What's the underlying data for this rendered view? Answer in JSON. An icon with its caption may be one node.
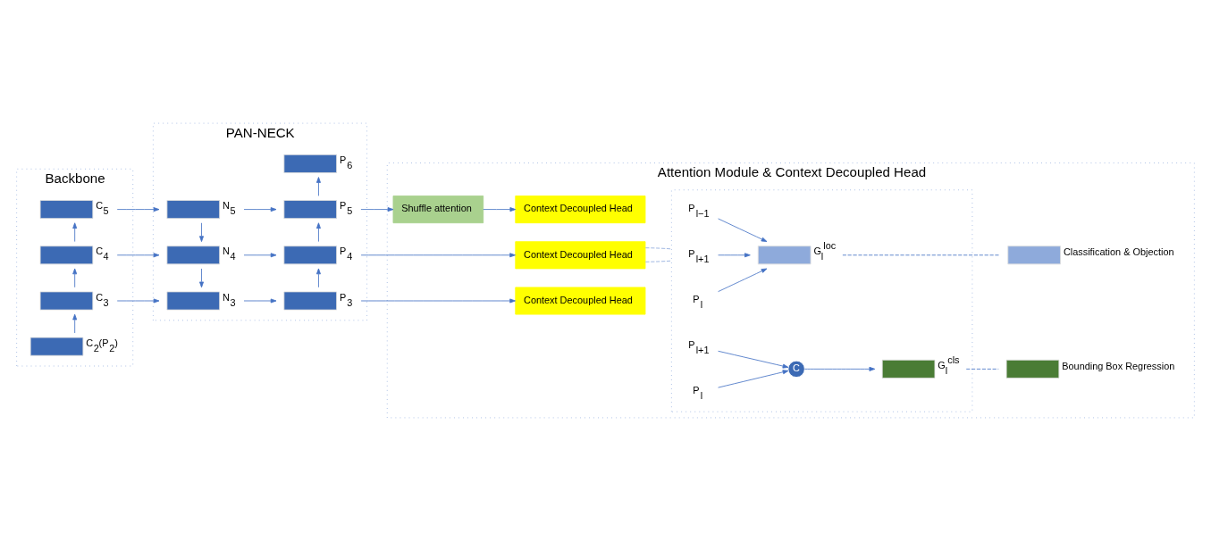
{
  "diagram": {
    "nodes": [
      {
        "text": [
          "Backbone"
        ]
      },
      {
        "text": [],
        "shape": "box",
        "in": 0,
        "beside": [
          "C$_{5}$"
        ]
      },
      {
        "text": [],
        "shape": "box",
        "in": 0,
        "beside": [
          "C$_{4}$"
        ]
      },
      {
        "text": [],
        "shape": "box",
        "in": 0,
        "beside": [
          "C$_{3}$"
        ]
      },
      {
        "text": [],
        "shape": "box",
        "in": 0,
        "beside": [
          "C$_{2}$(P$_{2}$)"
        ]
      },
      {
        "text": [
          "PAN-NECK"
        ]
      },
      {
        "text": [],
        "shape": "box",
        "in": 5,
        "beside": [
          "N$_{5}$"
        ]
      },
      {
        "text": [],
        "shape": "box",
        "in": 5,
        "beside": [
          "N$_{4}$"
        ]
      },
      {
        "text": [],
        "shape": "box",
        "in": 5,
        "beside": [
          "N$_{3}$"
        ]
      },
      {
        "text": [],
        "shape": "box",
        "in": 5,
        "beside": [
          "P$_{6}$"
        ]
      },
      {
        "text": [],
        "shape": "box",
        "in": 5,
        "beside": [
          "P$_{5}$"
        ]
      },
      {
        "text": [],
        "shape": "box",
        "in": 5,
        "beside": [
          "P$_{4}$"
        ]
      },
      {
        "text": [],
        "shape": "box",
        "in": 5,
        "beside": [
          "P$_{3}$"
        ]
      },
      {
        "text": [
          "Attention Module & Context Decoupled Head"
        ]
      },
      {
        "text": [
          "Shuffle attention"
        ],
        "in": 13
      },
      {
        "text": [
          "Context Decoupled Head"
        ],
        "in": 13
      },
      {
        "text": [
          "Context Decoupled Head"
        ],
        "in": 13
      },
      {
        "text": [
          "Context Decoupled Head"
        ],
        "in": 13
      },
      {
        "text": [],
        "shape": "box",
        "in": 13
      },
      {
        "text": [
          "P$_{l+1}$"
        ],
        "in": 18
      },
      {
        "text": [
          "P$_{l}$"
        ],
        "in": 18
      },
      {
        "text": [
          "P$_{l−1}$"
        ],
        "in": 18
      },
      {
        "text": [],
        "shape": "box",
        "in": 18,
        "beside": [
          "G$_{l}$$^{loc}$"
        ]
      },
      {
        "text": [
          "P$_{l+1}$"
        ],
        "in": 18
      },
      {
        "text": [
          "P$_{l}$"
        ],
        "in": 18
      },
      {
        "text": [
          "C"
        ],
        "in": 18
      },
      {
        "text": [],
        "shape": "box",
        "in": 18,
        "beside": [
          "G$_{l}$$^{cls}$"
        ]
      },
      {
        "text": [],
        "shape": "box",
        "in": 13,
        "beside": [
          "Classification & Objection"
        ]
      },
      {
        "text": [],
        "shape": "box",
        "in": 13,
        "beside": [
          "Bounding Box Regression"
        ]
      }
    ],
    "edges": [
      {
        "from": 4,
        "to": 3,
        "arrow": "to"
      },
      {
        "from": 3,
        "to": 2,
        "arrow": "to"
      },
      {
        "from": 2,
        "to": 1,
        "arrow": "to"
      },
      {
        "from": 1,
        "to": 6,
        "arrow": "to"
      },
      {
        "from": 2,
        "to": 7,
        "arrow": "to"
      },
      {
        "from": 3,
        "to": 8,
        "arrow": "to"
      },
      {
        "from": 6,
        "to": 7,
        "arrow": "to"
      },
      {
        "from": 7,
        "to": 8,
        "arrow": "to"
      },
      {
        "from": 6,
        "to": 10,
        "arrow": "to"
      },
      {
        "from": 7,
        "to": 11,
        "arrow": "to"
      },
      {
        "from": 8,
        "to": 12,
        "arrow": "to"
      },
      {
        "from": 12,
        "to": 11,
        "arrow": "to"
      },
      {
        "from": 11,
        "to": 10,
        "arrow": "to"
      },
      {
        "from": 10,
        "to": 9,
        "arrow": "to"
      },
      {
        "from": 10,
        "to": 14,
        "arrow": "to"
      },
      {
        "from": 14,
        "to": 15,
        "arrow": "to"
      },
      {
        "from": 11,
        "to": 16,
        "arrow": "to"
      },
      {
        "from": 12,
        "to": 17,
        "arrow": "to"
      },
      {
        "from": 16,
        "to": 18,
        "arrow": "none",
        "style": "dashed",
        "color": "#8faadc"
      },
      {
        "from": 16,
        "to": 18,
        "arrow": "none",
        "style": "dashed",
        "color": "#8faadc"
      },
      {
        "from": 19,
        "to": 22,
        "arrow": "to"
      },
      {
        "from": 20,
        "to": 22,
        "arrow": "to"
      },
      {
        "from": 21,
        "to": 22,
        "arrow": "to"
      },
      {
        "from": 23,
        "to": 25,
        "arrow": "to"
      },
      {
        "from": 24,
        "to": 25,
        "arrow": "to"
      },
      {
        "from": 25,
        "to": 26,
        "arrow": "to"
      },
      {
        "from": 22,
        "to": 27,
        "arrow": "none",
        "style": "dashed"
      },
      {
        "from": 26,
        "to": 28,
        "arrow": "none",
        "style": "dashed"
      }
    ]
  }
}
